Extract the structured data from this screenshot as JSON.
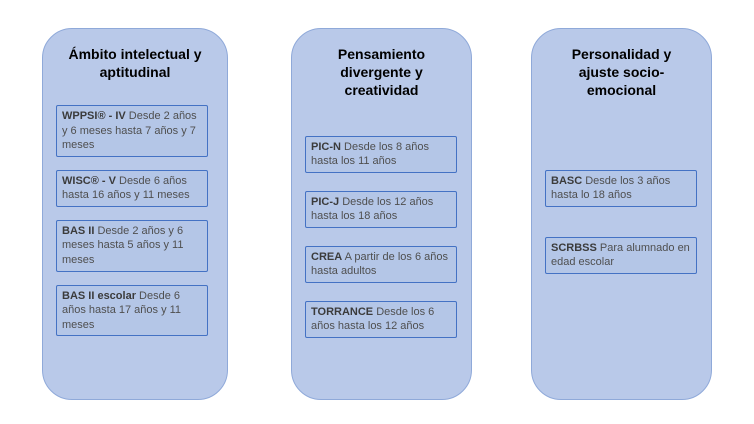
{
  "palette": {
    "panel_fill": "#b9c9e9",
    "panel_border": "#8fa9d9",
    "box_fill": "#b4c6e7",
    "box_border": "#4472c4",
    "title_color": "#000000",
    "box_text_color": "#4f4f4f"
  },
  "columns": [
    {
      "title": "Ámbito intelectual y aptitudinal",
      "items": [
        {
          "name": "WPPSI® - IV",
          "desc": "Desde 2 años y 6 meses hasta 7 años y 7 meses"
        },
        {
          "name": "WISC® - V",
          "desc": "Desde 6 años hasta 16 años y 11 meses"
        },
        {
          "name": "BAS II",
          "desc": "Desde 2 años y 6 meses hasta 5 años y 11 meses"
        },
        {
          "name": "BAS II escolar",
          "desc": "Desde 6 años hasta 17 años y 11 meses"
        }
      ]
    },
    {
      "title": "Pensamiento divergente y creatividad",
      "items": [
        {
          "name": "PIC-N",
          "desc": "Desde los 8 años hasta los 11 años"
        },
        {
          "name": "PIC-J",
          "desc": "Desde los 12 años hasta los 18 años"
        },
        {
          "name": "CREA",
          "desc": "A partir de los 6 años hasta adultos"
        },
        {
          "name": "TORRANCE",
          "desc": "Desde los 6 años hasta los 12 años"
        }
      ]
    },
    {
      "title": "Personalidad y ajuste socio-emocional",
      "items": [
        {
          "name": "BASC",
          "desc": "Desde los 3 años hasta lo 18 años"
        },
        {
          "name": "SCRBSS",
          "desc": "Para alumnado en edad escolar"
        }
      ]
    }
  ]
}
